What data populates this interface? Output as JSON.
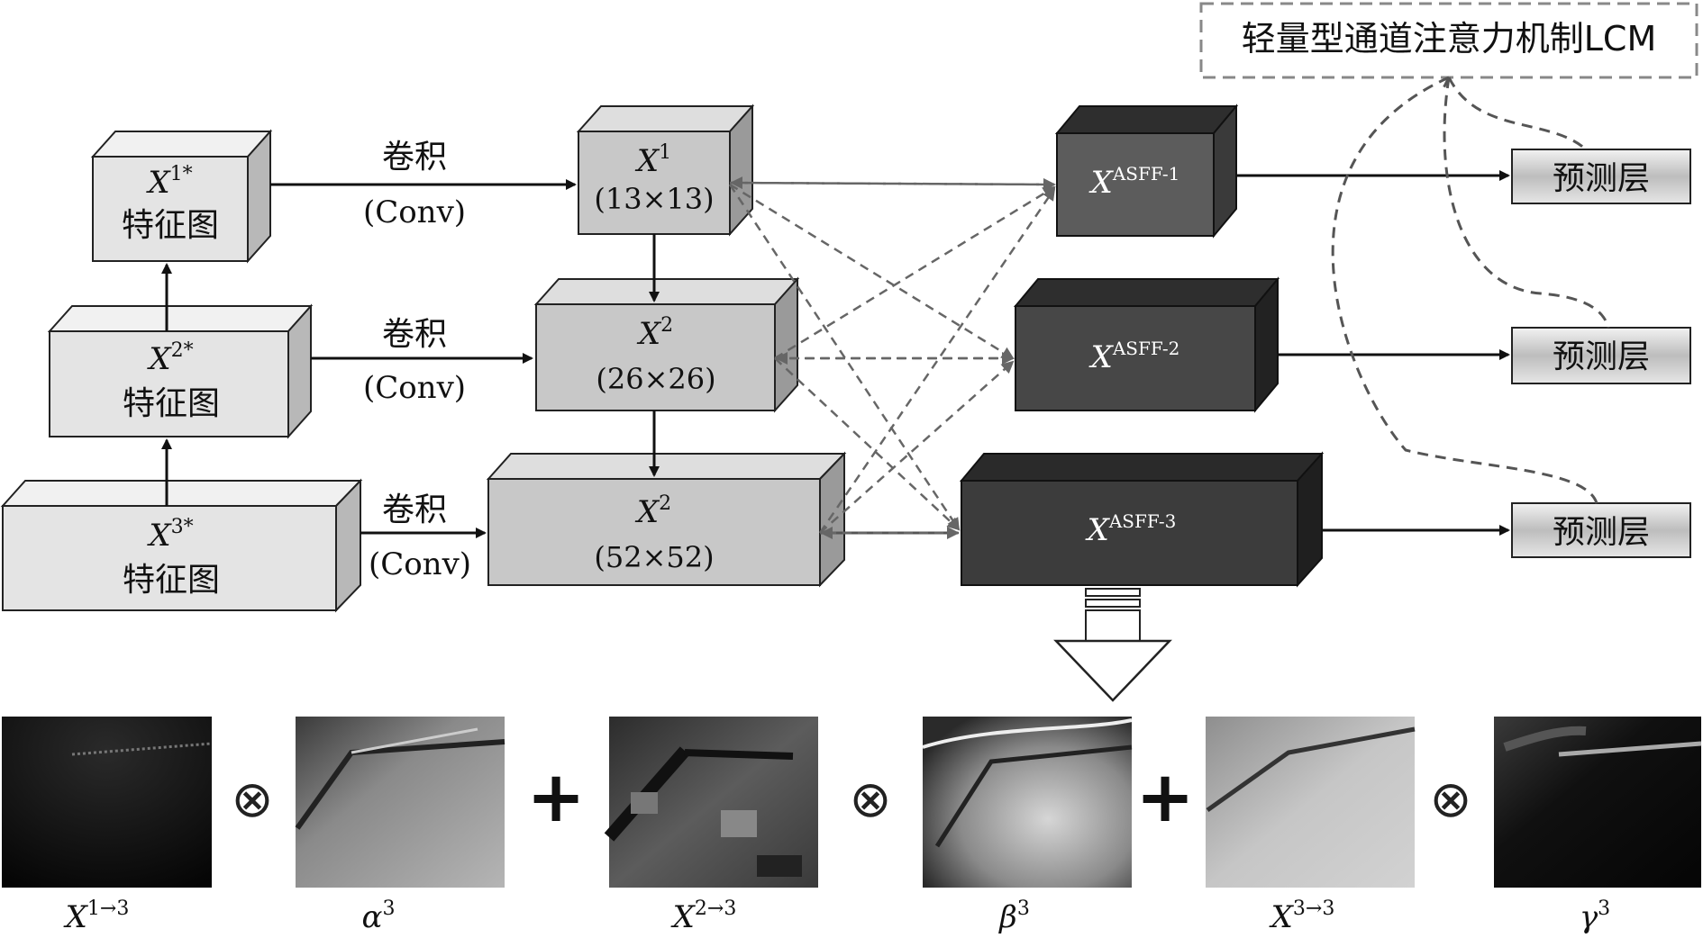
{
  "lcm_label": "轻量型通道注意力机制LCM",
  "conv_cn": "卷积",
  "conv_en": "(Conv)",
  "feature_cn": "特征图",
  "pred_label": "预测层",
  "left_blocks": [
    {
      "base": "X",
      "sup": "1*"
    },
    {
      "base": "X",
      "sup": "2*"
    },
    {
      "base": "X",
      "sup": "3*"
    }
  ],
  "mid_blocks": [
    {
      "base": "X",
      "sup": "1",
      "size": "(13×13)"
    },
    {
      "base": "X",
      "sup": "2",
      "size": "(26×26)"
    },
    {
      "base": "X",
      "sup": "2",
      "size": "(52×52)"
    }
  ],
  "asff_blocks": [
    {
      "base": "X",
      "sup": "ASFF-1"
    },
    {
      "base": "X",
      "sup": "ASFF-2"
    },
    {
      "base": "X",
      "sup": "ASFF-3"
    }
  ],
  "bottom_ops": [
    "⊗",
    "+",
    "⊗",
    "+",
    "⊗"
  ],
  "bottom_captions": [
    {
      "base": "X",
      "sup": "1→3"
    },
    {
      "base": "α",
      "sup": "3"
    },
    {
      "base": "X",
      "sup": "2→3"
    },
    {
      "base": "β",
      "sup": "3"
    },
    {
      "base": "X",
      "sup": "3→3"
    },
    {
      "base": "γ",
      "sup": "3"
    }
  ],
  "colors": {
    "left_block": "#e4e4e4",
    "mid_block": "#c8c8c8",
    "asff_block": "#4a4a4a",
    "pred_block": "#d0d0d0",
    "dashed": "#666666",
    "line": "#111111"
  }
}
